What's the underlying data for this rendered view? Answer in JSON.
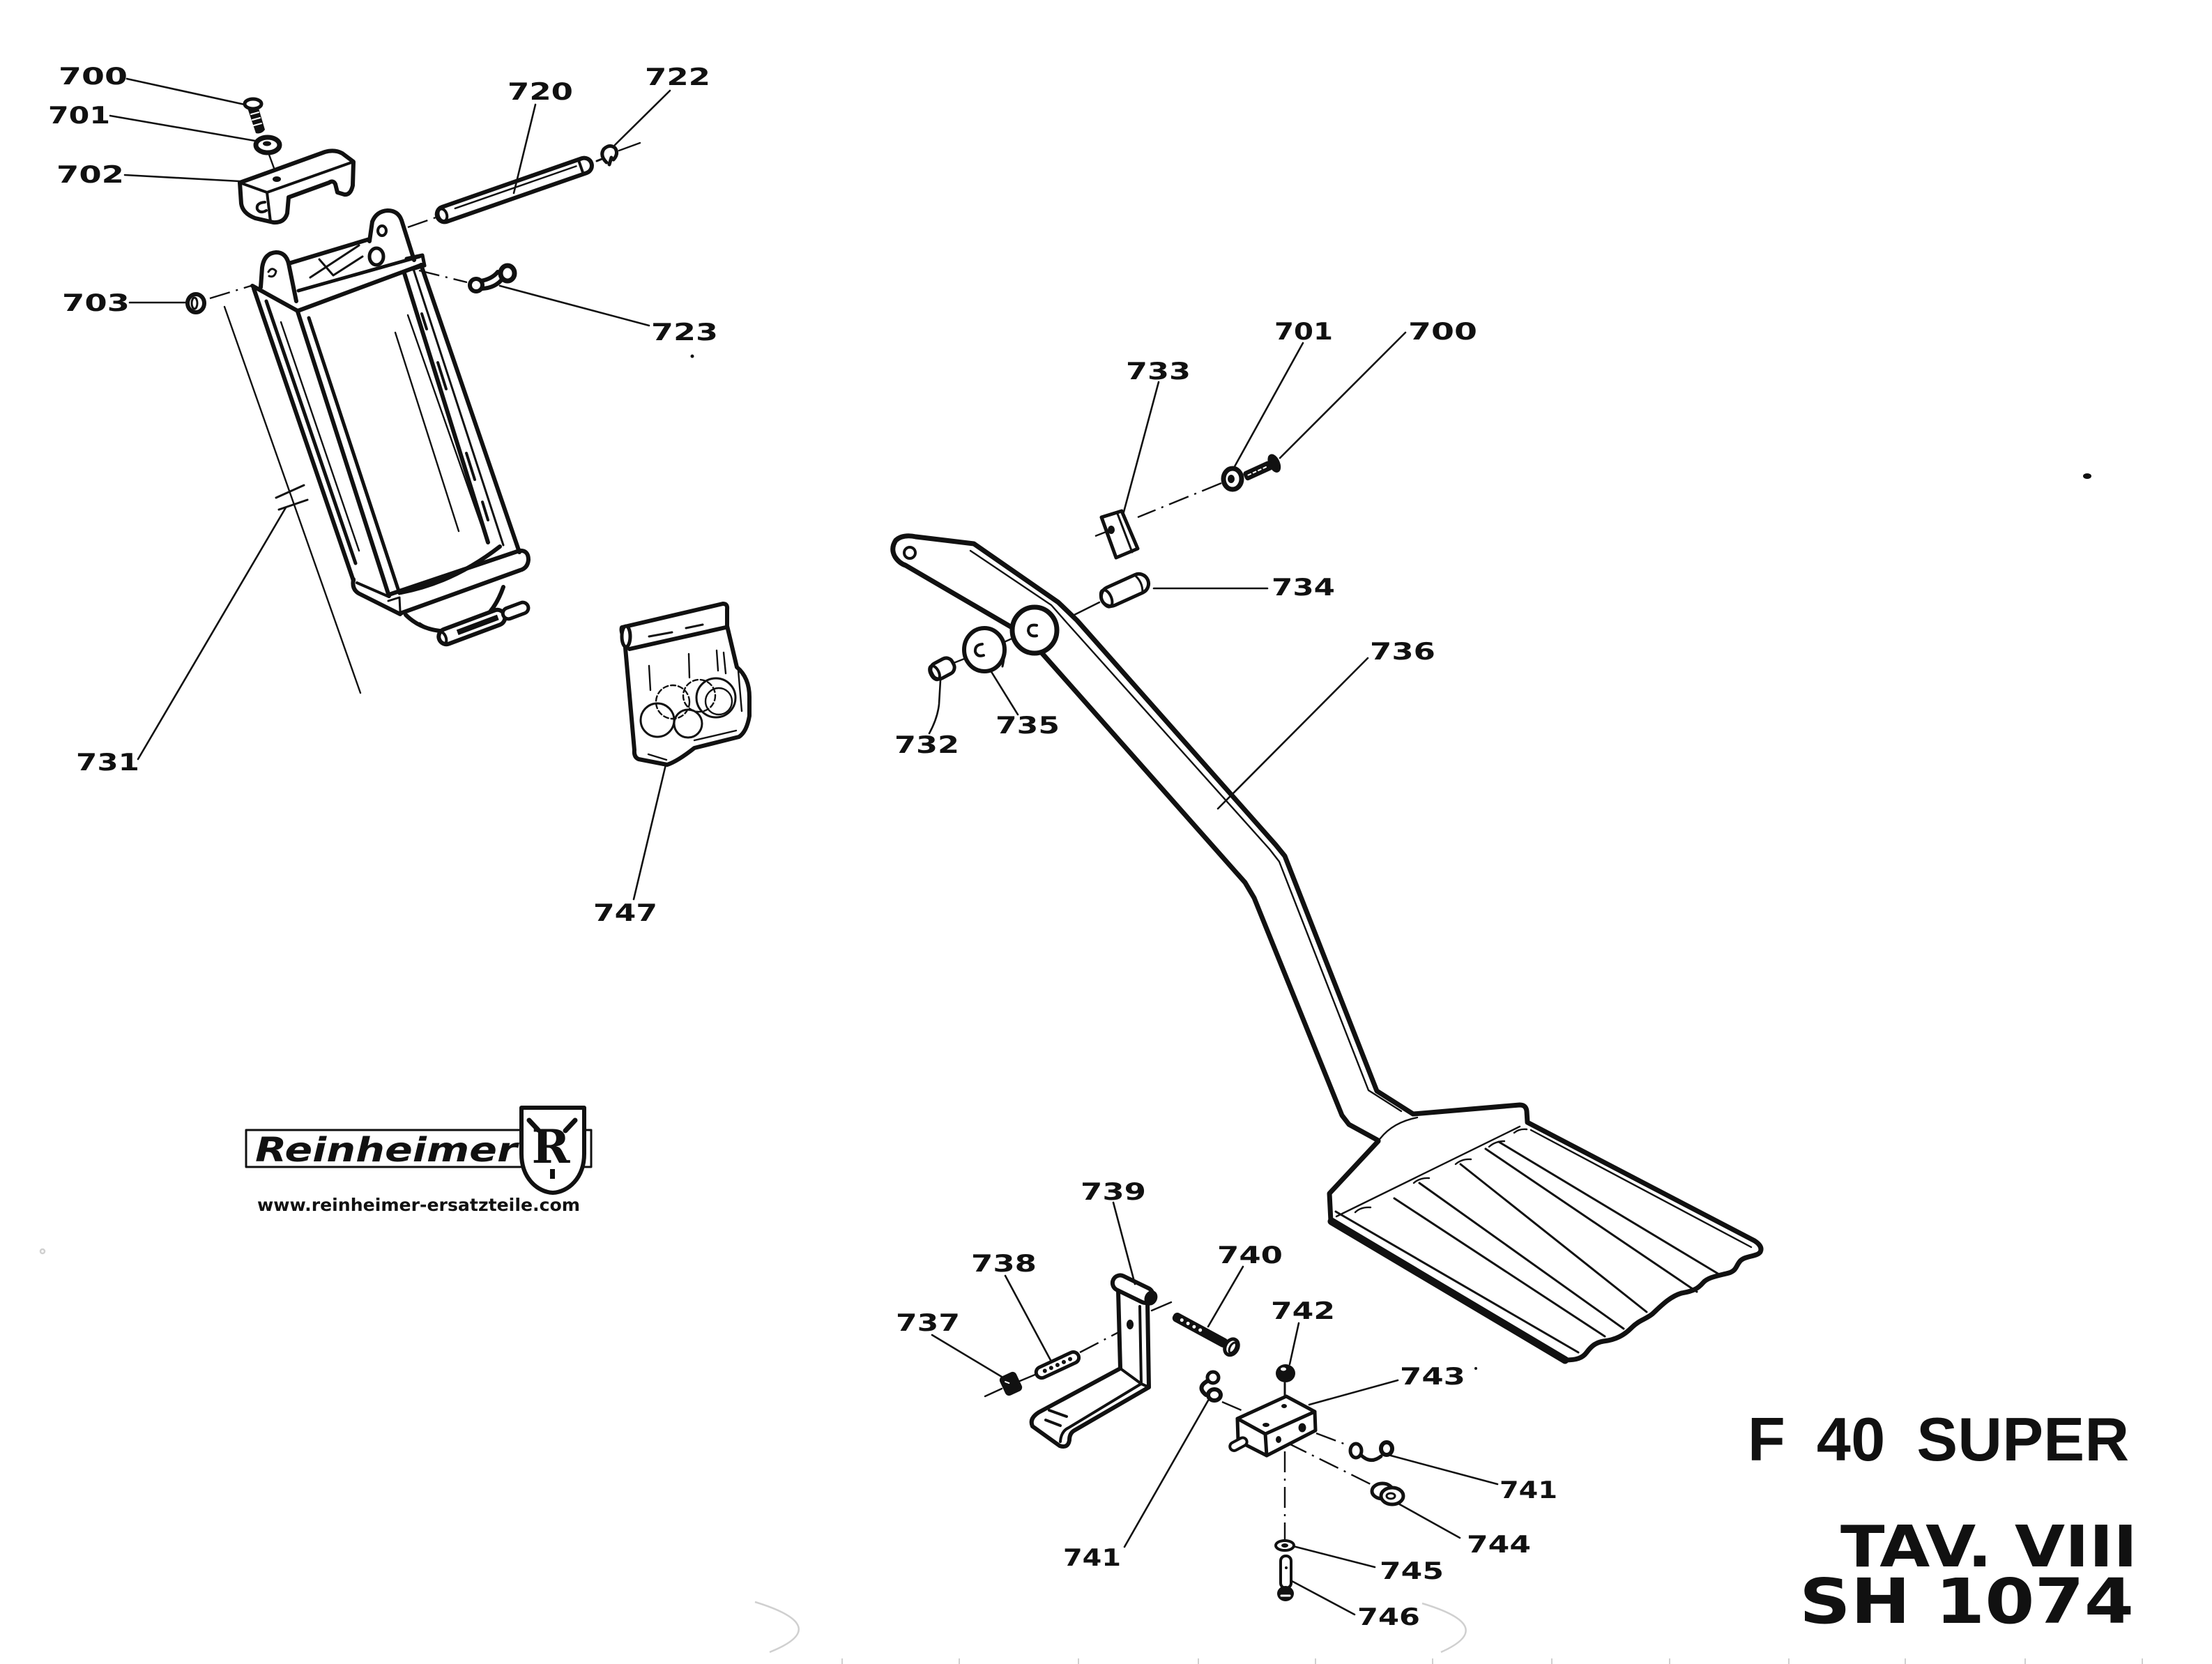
{
  "colors": {
    "ink": "#111111",
    "paper": "#ffffff",
    "scan_artifact": "#d0d0d0"
  },
  "title_block": {
    "model": "F 40 SUPER",
    "plate": "TAV. VIII",
    "sheet": "SH 1074"
  },
  "logo": {
    "wordmark": "Reinheimer",
    "emblem_letter": "R",
    "emblem_icon": "shield-icon",
    "website": "www.reinheimer-ersatzteile.com"
  },
  "callouts": {
    "upper_left": [
      "700",
      "701",
      "702",
      "703",
      "720",
      "722",
      "723",
      "731",
      "747"
    ],
    "pedal_arm": [
      "733",
      "701",
      "700",
      "734",
      "736",
      "735",
      "732"
    ],
    "lower": [
      "739",
      "738",
      "737",
      "740",
      "742",
      "743",
      "741",
      "741",
      "744",
      "745",
      "746"
    ]
  }
}
